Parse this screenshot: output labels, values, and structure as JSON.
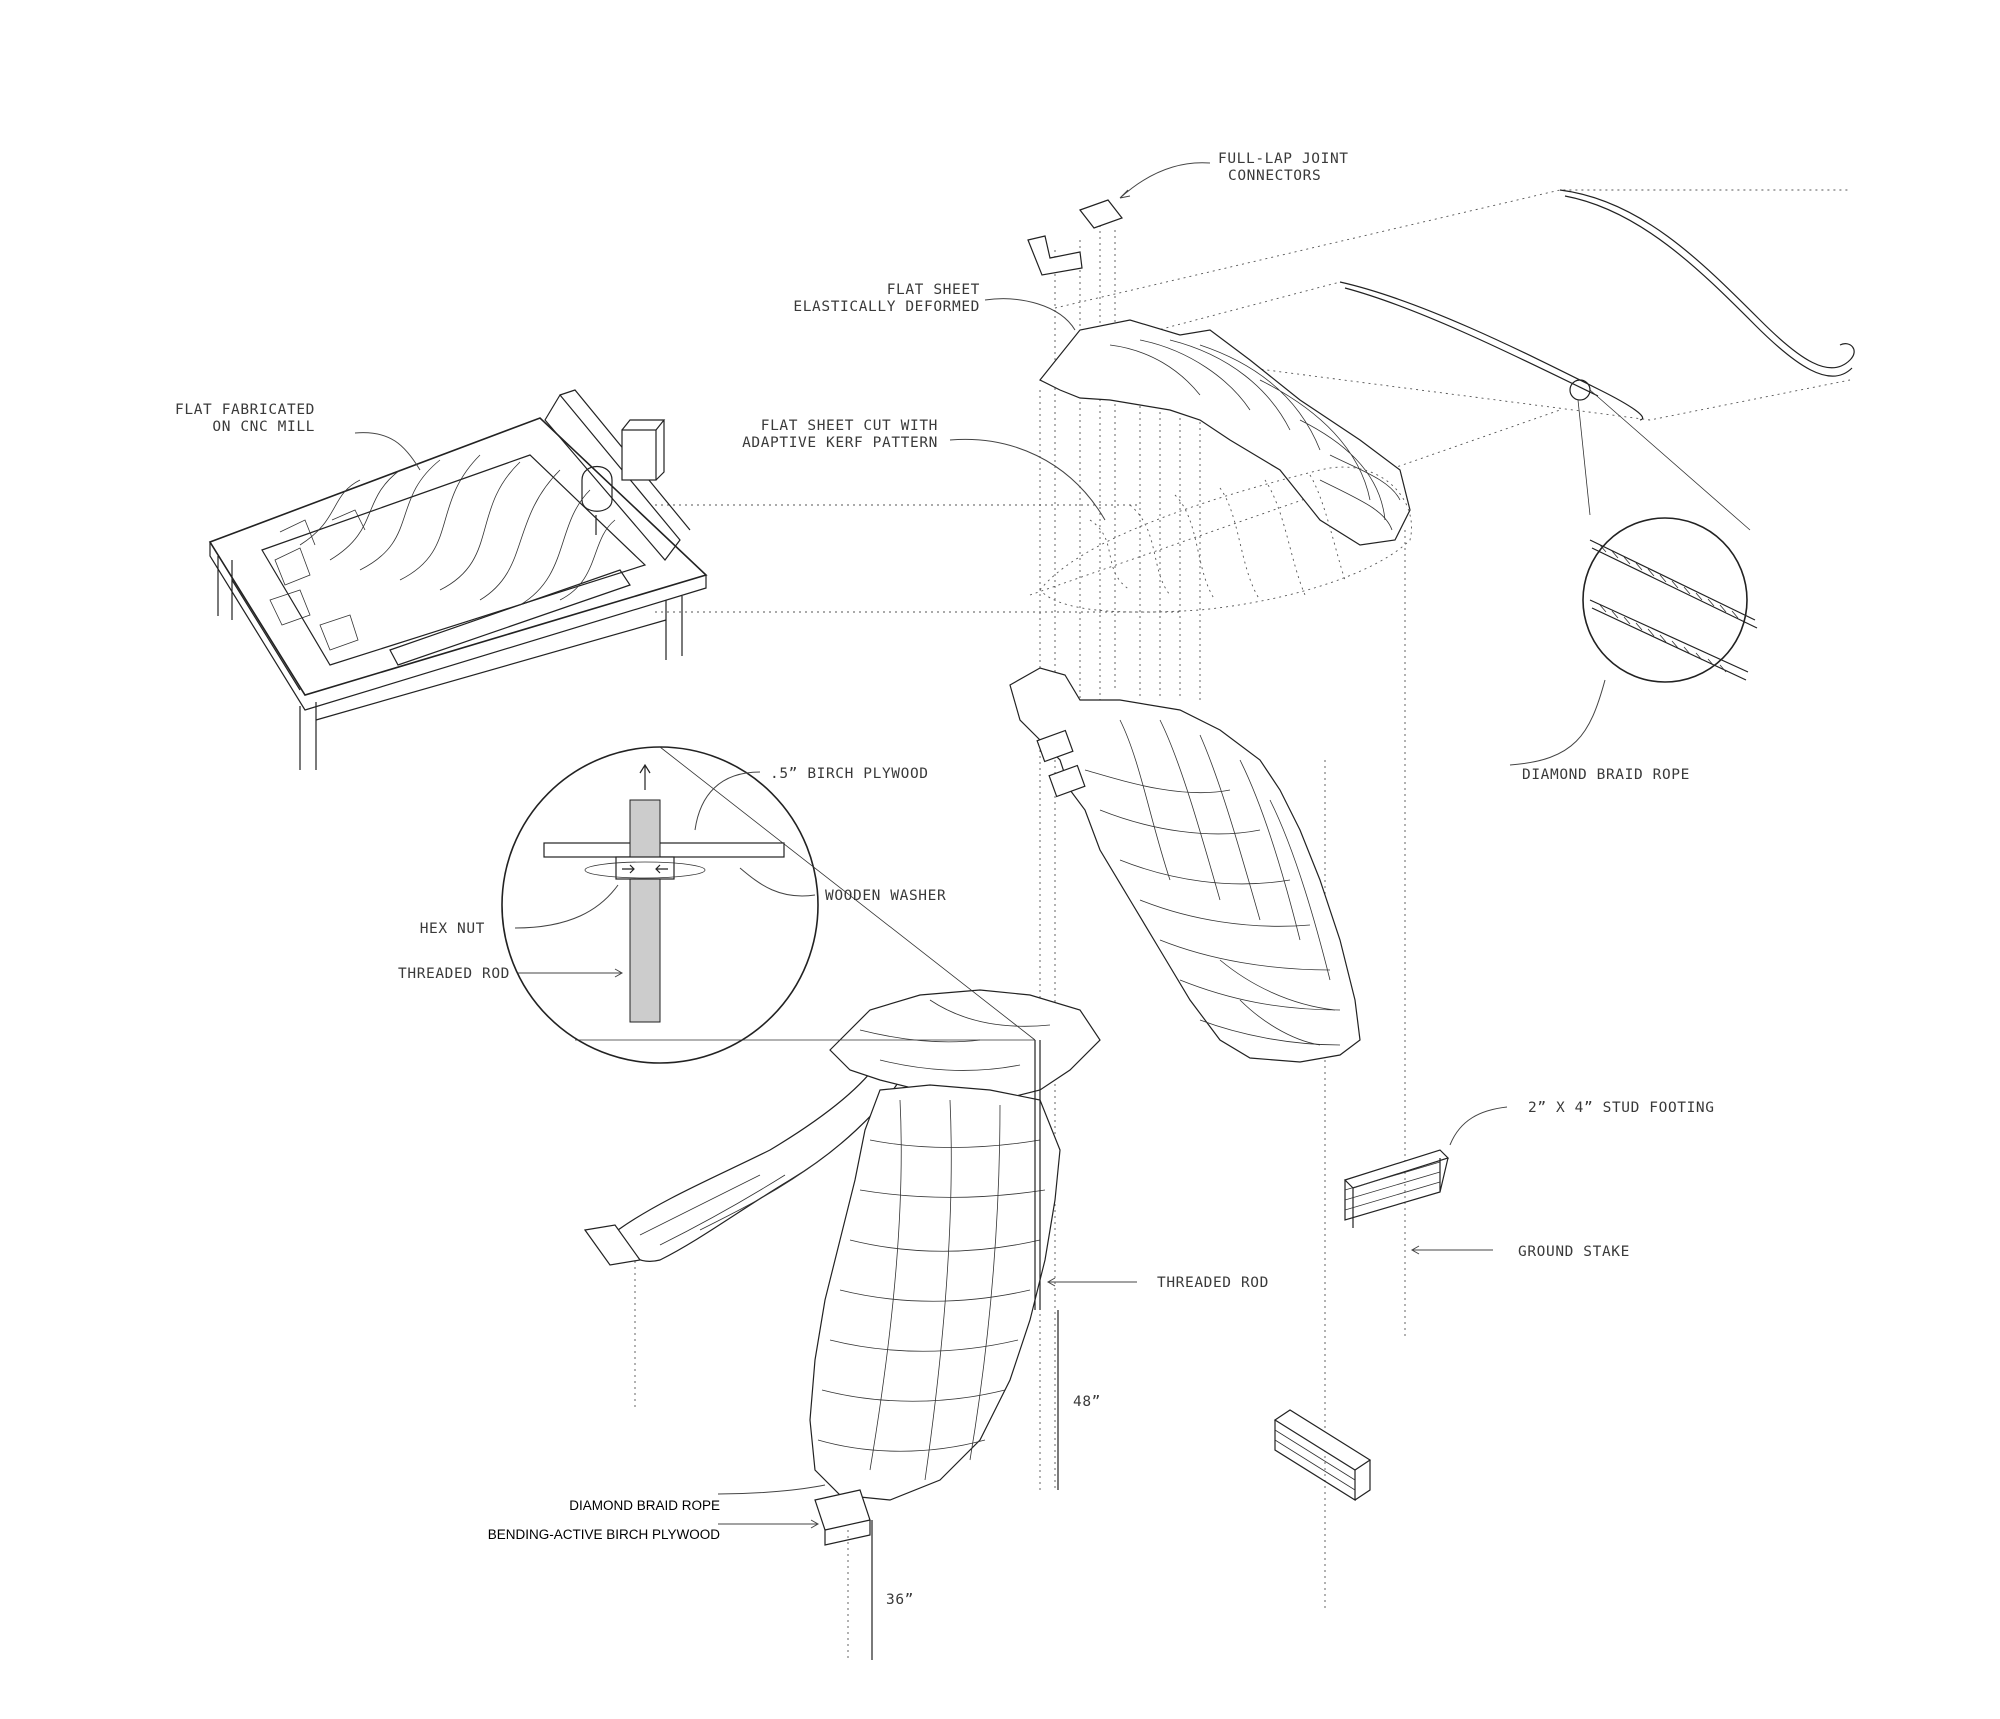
{
  "labels": {
    "full_lap": [
      "FULL-LAP JOINT",
      "CONNECTORS"
    ],
    "flat_sheet_deformed": [
      "FLAT SHEET",
      "ELASTICALLY DEFORMED"
    ],
    "flat_fabricated": [
      "FLAT FABRICATED",
      "ON CNC MILL"
    ],
    "flat_sheet_cut": [
      "FLAT SHEET CUT WITH",
      "ADAPTIVE KERF PATTERN"
    ],
    "diamond_rope_detail": "DIAMOND BRAID ROPE",
    "birch_plywood": ".5” BIRCH PLYWOOD",
    "wooden_washer": "WOODEN WASHER",
    "hex_nut": "HEX NUT",
    "threaded_rod_detail": "THREADED ROD",
    "stud_footing": "2” X 4” STUD FOOTING",
    "ground_stake": "GROUND STAKE",
    "threaded_rod": "THREADED ROD",
    "dim_48": "48”",
    "dim_36": "36”",
    "diamond_rope_bottom": "DIAMOND BRAID ROPE",
    "bending_active": "BENDING-ACTIVE BIRCH PLYWOOD"
  },
  "colors": {
    "ink": "#222222",
    "label": "#3a3a3a",
    "background": "#ffffff"
  }
}
